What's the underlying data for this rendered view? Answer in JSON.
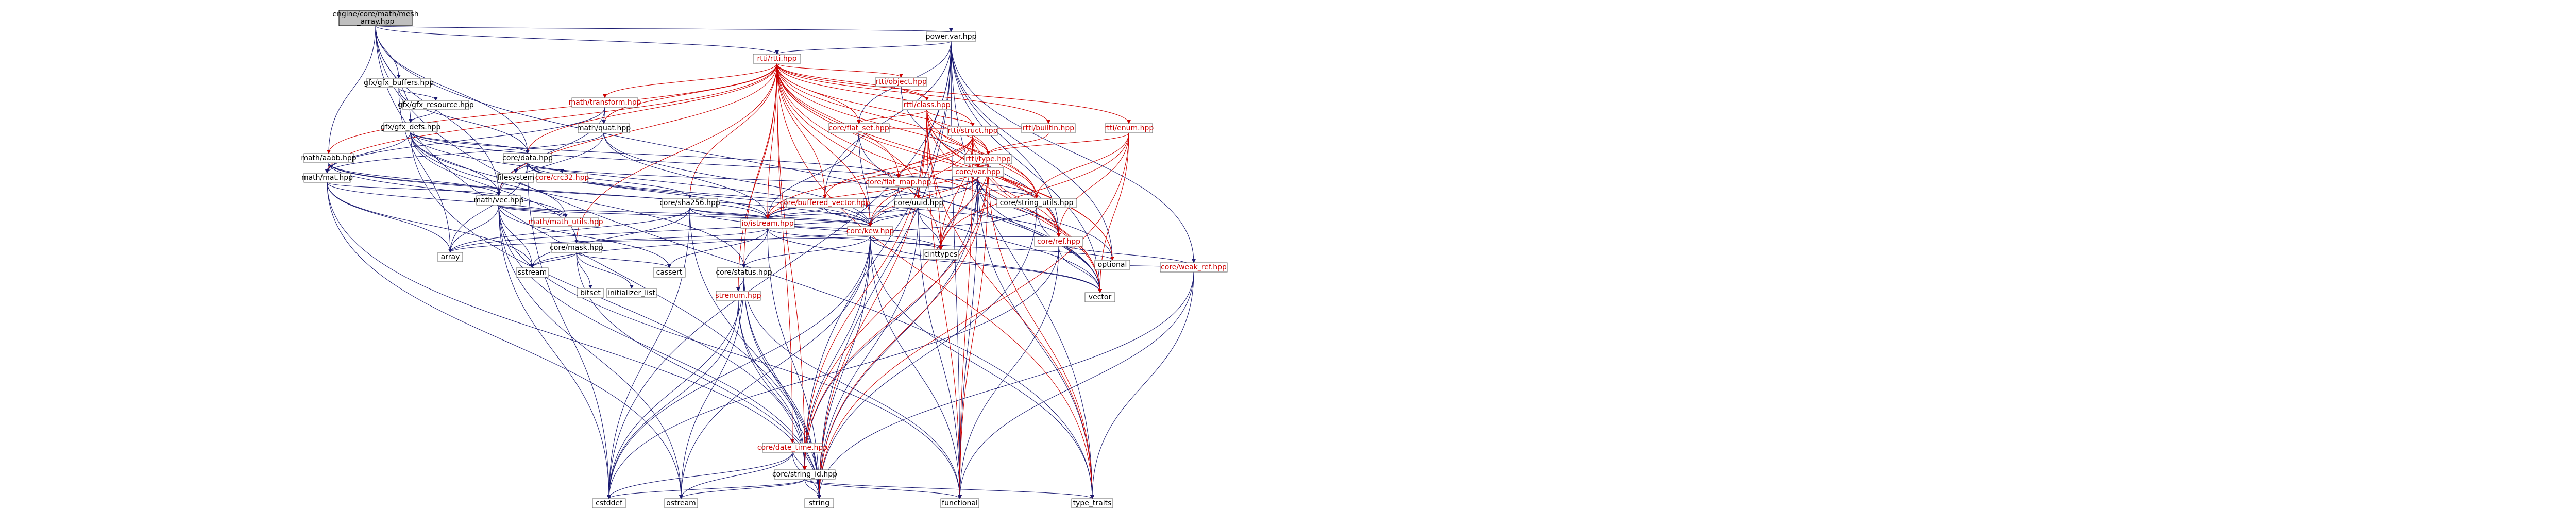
{
  "colors": {
    "blue_edge": "#191970",
    "red_edge": "#cc0000",
    "node_text": "#000000",
    "linked_text": "#cc0000",
    "root_fill": "#bfbfbf"
  },
  "root": "engine/core/math/mesh_array.hpp",
  "nodes": {
    "root": {
      "label": "engine/core/math/mesh\n_array.hpp",
      "link": false
    },
    "powervar": {
      "label": "power.var.hpp",
      "link": false
    },
    "rtti": {
      "label": "rtti/rtti.hpp",
      "link": true
    },
    "gfxbuffers": {
      "label": "gfx/gfx_buffers.hpp",
      "link": false
    },
    "gfxresource": {
      "label": "gfx/gfx_resource.hpp",
      "link": false
    },
    "gfxdefs": {
      "label": "gfx/gfx_defs.hpp",
      "link": false
    },
    "mathaabb": {
      "label": "math/aabb.hpp",
      "link": false
    },
    "mathmat": {
      "label": "math/mat.hpp",
      "link": false
    },
    "mathvec": {
      "label": "math/vec.hpp",
      "link": false
    },
    "mathtransform": {
      "label": "math/transform.hpp",
      "link": true
    },
    "mathquat": {
      "label": "math/quat.hpp",
      "link": false
    },
    "mathutils": {
      "label": "math/math_utils.hpp",
      "link": true
    },
    "coredata": {
      "label": "core/data.hpp",
      "link": false
    },
    "corecrc32": {
      "label": "core/crc32.hpp",
      "link": true
    },
    "filesystem": {
      "label": "filesystem",
      "link": false
    },
    "coresha256": {
      "label": "core/sha256.hpp",
      "link": false
    },
    "coreuuid": {
      "label": "core/uuid.hpp",
      "link": false
    },
    "coreflatset": {
      "label": "core/flat_set.hpp",
      "link": true
    },
    "coreflatmap": {
      "label": "core/flat_map.hpp",
      "link": true
    },
    "corebuffered": {
      "label": "core/buffered_vector.hpp",
      "link": true
    },
    "corevar": {
      "label": "core/var.hpp",
      "link": true
    },
    "coreioutils": {
      "label": "core/string_utils.hpp",
      "link": false
    },
    "ioistream": {
      "label": "io/istream.hpp",
      "link": true
    },
    "corekew": {
      "label": "core/kew.hpp",
      "link": true
    },
    "coremask": {
      "label": "core/mask.hpp",
      "link": false
    },
    "corestatus": {
      "label": "core/status.hpp",
      "link": false
    },
    "coreref": {
      "label": "core/ref.hpp",
      "link": true
    },
    "strenum": {
      "label": "strenum.hpp",
      "link": true
    },
    "datetime": {
      "label": "core/date_time.hpp",
      "link": true
    },
    "stringid": {
      "label": "core/string_id.hpp",
      "link": false
    },
    "rttiobject": {
      "label": "rtti/object.hpp",
      "link": true
    },
    "rtticlass": {
      "label": "rtti/class.hpp",
      "link": true
    },
    "rttistruct": {
      "label": "rtti/struct.hpp",
      "link": true
    },
    "rttibuiltin": {
      "label": "rtti/builtin.hpp",
      "link": true
    },
    "rttienum": {
      "label": "rtti/enum.hpp",
      "link": true
    },
    "rttitype": {
      "label": "rtti/type.hpp",
      "link": true
    },
    "coreweakref": {
      "label": "core/weak_ref.hpp",
      "link": true
    },
    "array": {
      "label": "array",
      "link": false
    },
    "sstream": {
      "label": "sstream",
      "link": false
    },
    "bitset": {
      "label": "bitset",
      "link": false
    },
    "initlist": {
      "label": "initializer_list",
      "link": false
    },
    "cassert": {
      "label": "cassert",
      "link": false
    },
    "cstddef": {
      "label": "cstddef",
      "link": false
    },
    "ostream": {
      "label": "ostream",
      "link": false
    },
    "string": {
      "label": "string",
      "link": false
    },
    "functional": {
      "label": "functional",
      "link": false
    },
    "typetraits": {
      "label": "type_traits",
      "link": false
    },
    "cinttypes": {
      "label": "cinttypes",
      "link": false
    },
    "optional": {
      "label": "optional",
      "link": false
    },
    "vector": {
      "label": "vector",
      "link": false
    }
  },
  "edges": [
    [
      "root",
      "powervar",
      "blue"
    ],
    [
      "root",
      "rtti",
      "blue"
    ],
    [
      "root",
      "gfxbuffers",
      "blue"
    ],
    [
      "root",
      "gfxdefs",
      "blue"
    ],
    [
      "root",
      "mathaabb",
      "blue"
    ],
    [
      "root",
      "mathvec",
      "blue"
    ],
    [
      "root",
      "coredata",
      "blue"
    ],
    [
      "root",
      "string",
      "blue"
    ],
    [
      "root",
      "vector",
      "blue"
    ],
    [
      "root",
      "typetraits",
      "blue"
    ],
    [
      "powervar",
      "rtti",
      "blue"
    ],
    [
      "powervar",
      "cstddef",
      "blue"
    ],
    [
      "powervar",
      "optional",
      "blue"
    ],
    [
      "powervar",
      "functional",
      "blue"
    ],
    [
      "powervar",
      "typetraits",
      "blue"
    ],
    [
      "powervar",
      "vector",
      "blue"
    ],
    [
      "powervar",
      "string",
      "blue"
    ],
    [
      "powervar",
      "coreuuid",
      "blue"
    ],
    [
      "powervar",
      "stringid",
      "blue"
    ],
    [
      "powervar",
      "coreref",
      "blue"
    ],
    [
      "powervar",
      "coreweakref",
      "blue"
    ],
    [
      "powervar",
      "corebuffered",
      "blue"
    ],
    [
      "powervar",
      "coreflatset",
      "blue"
    ],
    [
      "rtti",
      "rttiobject",
      "red"
    ],
    [
      "rtti",
      "rtticlass",
      "red"
    ],
    [
      "rtti",
      "rttistruct",
      "red"
    ],
    [
      "rtti",
      "rttibuiltin",
      "red"
    ],
    [
      "rtti",
      "rttienum",
      "red"
    ],
    [
      "rtti",
      "rttitype",
      "red"
    ],
    [
      "rtti",
      "mathtransform",
      "red"
    ],
    [
      "rtti",
      "mathquat",
      "red"
    ],
    [
      "rtti",
      "mathaabb",
      "red"
    ],
    [
      "rtti",
      "mathmat",
      "red"
    ],
    [
      "rtti",
      "mathvec",
      "red"
    ],
    [
      "rtti",
      "coredata",
      "red"
    ],
    [
      "rtti",
      "coresha256",
      "red"
    ],
    [
      "rtti",
      "coreuuid",
      "red"
    ],
    [
      "rtti",
      "coreflatset",
      "red"
    ],
    [
      "rtti",
      "coreflatmap",
      "red"
    ],
    [
      "rtti",
      "corebuffered",
      "red"
    ],
    [
      "rtti",
      "corevar",
      "red"
    ],
    [
      "rtti",
      "coreioutils",
      "red"
    ],
    [
      "rtti",
      "ioistream",
      "red"
    ],
    [
      "rtti",
      "corekew",
      "red"
    ],
    [
      "rtti",
      "coremask",
      "red"
    ],
    [
      "rtti",
      "corestatus",
      "red"
    ],
    [
      "rtti",
      "coreref",
      "red"
    ],
    [
      "rtti",
      "strenum",
      "red"
    ],
    [
      "rtti",
      "datetime",
      "red"
    ],
    [
      "rtti",
      "stringid",
      "red"
    ],
    [
      "rtti",
      "vector",
      "red"
    ],
    [
      "rtti",
      "typetraits",
      "red"
    ],
    [
      "rtti",
      "optional",
      "red"
    ],
    [
      "rtti",
      "cinttypes",
      "red"
    ],
    [
      "gfxbuffers",
      "gfxresource",
      "blue"
    ],
    [
      "gfxbuffers",
      "coredata",
      "blue"
    ],
    [
      "gfxbuffers",
      "array",
      "blue"
    ],
    [
      "gfxresource",
      "gfxdefs",
      "blue"
    ],
    [
      "gfxdefs",
      "coredata",
      "blue"
    ],
    [
      "gfxdefs",
      "mathvec",
      "blue"
    ],
    [
      "gfxdefs",
      "mathmat",
      "blue"
    ],
    [
      "gfxdefs",
      "coreflatmap",
      "blue"
    ],
    [
      "gfxdefs",
      "corekew",
      "blue"
    ],
    [
      "gfxdefs",
      "corestatus",
      "blue"
    ],
    [
      "gfxdefs",
      "stringid",
      "blue"
    ],
    [
      "gfxdefs",
      "mathutils",
      "blue"
    ],
    [
      "gfxdefs",
      "coremask",
      "blue"
    ],
    [
      "gfxdefs",
      "coreioutils",
      "blue"
    ],
    [
      "mathaabb",
      "mathmat",
      "blue"
    ],
    [
      "mathaabb",
      "mathvec",
      "blue"
    ],
    [
      "mathaabb",
      "ioistream",
      "blue"
    ],
    [
      "mathaabb",
      "corekew",
      "blue"
    ],
    [
      "mathaabb",
      "mathutils",
      "blue"
    ],
    [
      "mathmat",
      "mathvec",
      "blue"
    ],
    [
      "mathmat",
      "mathutils",
      "blue"
    ],
    [
      "mathmat",
      "array",
      "blue"
    ],
    [
      "mathmat",
      "sstream",
      "blue"
    ],
    [
      "mathmat",
      "ostream",
      "blue"
    ],
    [
      "mathmat",
      "string",
      "blue"
    ],
    [
      "mathvec",
      "mathutils",
      "blue"
    ],
    [
      "mathvec",
      "array",
      "blue"
    ],
    [
      "mathvec",
      "sstream",
      "blue"
    ],
    [
      "mathvec",
      "ostream",
      "blue"
    ],
    [
      "mathvec",
      "string",
      "blue"
    ],
    [
      "mathvec",
      "cstddef",
      "blue"
    ],
    [
      "mathvec",
      "functional",
      "blue"
    ],
    [
      "mathvec",
      "cassert",
      "blue"
    ],
    [
      "mathvec",
      "ioistream",
      "blue"
    ],
    [
      "mathvec",
      "corekew",
      "blue"
    ],
    [
      "mathtransform",
      "mathquat",
      "blue"
    ],
    [
      "mathtransform",
      "mathmat",
      "blue"
    ],
    [
      "mathtransform",
      "mathvec",
      "blue"
    ],
    [
      "mathquat",
      "mathvec",
      "blue"
    ],
    [
      "mathquat",
      "mathmat",
      "blue"
    ],
    [
      "mathquat",
      "ioistream",
      "blue"
    ],
    [
      "mathquat",
      "corekew",
      "blue"
    ],
    [
      "coredata",
      "corecrc32",
      "blue"
    ],
    [
      "coredata",
      "filesystem",
      "blue"
    ],
    [
      "coredata",
      "coresha256",
      "blue"
    ],
    [
      "coredata",
      "corekew",
      "blue"
    ],
    [
      "coredata",
      "ioistream",
      "blue"
    ],
    [
      "coredata",
      "coreref",
      "blue"
    ],
    [
      "coredata",
      "coreioutils",
      "blue"
    ],
    [
      "coredata",
      "array",
      "blue"
    ],
    [
      "coredata",
      "cstddef",
      "blue"
    ],
    [
      "coresha256",
      "ioistream",
      "blue"
    ],
    [
      "coresha256",
      "corekew",
      "blue"
    ],
    [
      "coresha256",
      "array",
      "blue"
    ],
    [
      "coresha256",
      "cstddef",
      "blue"
    ],
    [
      "coresha256",
      "cinttypes",
      "blue"
    ],
    [
      "coresha256",
      "string",
      "blue"
    ],
    [
      "coresha256",
      "sstream",
      "blue"
    ],
    [
      "coreuuid",
      "ioistream",
      "blue"
    ],
    [
      "coreuuid",
      "corekew",
      "blue"
    ],
    [
      "coreuuid",
      "array",
      "blue"
    ],
    [
      "coreuuid",
      "string",
      "blue"
    ],
    [
      "coreuuid",
      "functional",
      "blue"
    ],
    [
      "coreuuid",
      "cinttypes",
      "blue"
    ],
    [
      "coreflatset",
      "ioistream",
      "blue"
    ],
    [
      "coreflatset",
      "corekew",
      "blue"
    ],
    [
      "coreflatset",
      "vector",
      "blue"
    ],
    [
      "coreflatmap",
      "ioistream",
      "blue"
    ],
    [
      "coreflatmap",
      "corekew",
      "blue"
    ],
    [
      "coreflatmap",
      "vector",
      "blue"
    ],
    [
      "corebuffered",
      "ioistream",
      "blue"
    ],
    [
      "corebuffered",
      "corekew",
      "blue"
    ],
    [
      "corevar",
      "ioistream",
      "blue"
    ],
    [
      "corevar",
      "corekew",
      "blue"
    ],
    [
      "corevar",
      "coreref",
      "blue"
    ],
    [
      "corevar",
      "stringid",
      "blue"
    ],
    [
      "corevar",
      "string",
      "blue"
    ],
    [
      "corevar",
      "functional",
      "blue"
    ],
    [
      "corevar",
      "typetraits",
      "blue"
    ],
    [
      "corevar",
      "vector",
      "blue"
    ],
    [
      "corevar",
      "optional",
      "blue"
    ],
    [
      "corevar",
      "cinttypes",
      "blue"
    ],
    [
      "coreioutils",
      "string",
      "blue"
    ],
    [
      "coreioutils",
      "vector",
      "blue"
    ],
    [
      "coreioutils",
      "sstream",
      "blue"
    ],
    [
      "ioistream",
      "corestatus",
      "blue"
    ],
    [
      "ioistream",
      "corekew",
      "blue"
    ],
    [
      "ioistream",
      "array",
      "blue"
    ],
    [
      "ioistream",
      "string",
      "blue"
    ],
    [
      "ioistream",
      "cinttypes",
      "blue"
    ],
    [
      "ioistream",
      "vector",
      "blue"
    ],
    [
      "ioistream",
      "cassert",
      "blue"
    ],
    [
      "corekew",
      "coremask",
      "blue"
    ],
    [
      "corekew",
      "coreref",
      "blue"
    ],
    [
      "corekew",
      "corestatus",
      "blue"
    ],
    [
      "corekew",
      "stringid",
      "blue"
    ],
    [
      "corekew",
      "cinttypes",
      "blue"
    ],
    [
      "corekew",
      "functional",
      "blue"
    ],
    [
      "corekew",
      "string",
      "blue"
    ],
    [
      "corekew",
      "typetraits",
      "blue"
    ],
    [
      "corekew",
      "vector",
      "blue"
    ],
    [
      "corekew",
      "optional",
      "blue"
    ],
    [
      "corekew",
      "ostream",
      "blue"
    ],
    [
      "corekew",
      "cstddef",
      "blue"
    ],
    [
      "coremask",
      "bitset",
      "blue"
    ],
    [
      "coremask",
      "initlist",
      "blue"
    ],
    [
      "coremask",
      "cassert",
      "blue"
    ],
    [
      "coremask",
      "string",
      "blue"
    ],
    [
      "coremask",
      "sstream",
      "blue"
    ],
    [
      "corestatus",
      "strenum",
      "blue"
    ],
    [
      "corestatus",
      "stringid",
      "blue"
    ],
    [
      "corestatus",
      "string",
      "blue"
    ],
    [
      "corestatus",
      "functional",
      "blue"
    ],
    [
      "corestatus",
      "ostream",
      "blue"
    ],
    [
      "corestatus",
      "cstddef",
      "blue"
    ],
    [
      "coreref",
      "vector",
      "blue"
    ],
    [
      "coreref",
      "functional",
      "blue"
    ],
    [
      "coreref",
      "cstddef",
      "blue"
    ],
    [
      "strenum",
      "stringid",
      "blue"
    ],
    [
      "strenum",
      "string",
      "blue"
    ],
    [
      "strenum",
      "cstddef",
      "blue"
    ],
    [
      "stringid",
      "string",
      "blue"
    ],
    [
      "stringid",
      "cstddef",
      "blue"
    ],
    [
      "stringid",
      "functional",
      "blue"
    ],
    [
      "stringid",
      "ostream",
      "blue"
    ],
    [
      "stringid",
      "typetraits",
      "blue"
    ],
    [
      "stringid",
      "datetime",
      "blue"
    ],
    [
      "datetime",
      "string",
      "blue"
    ],
    [
      "datetime",
      "ostream",
      "blue"
    ],
    [
      "datetime",
      "cstddef",
      "blue"
    ],
    [
      "rttiobject",
      "rtticlass",
      "red"
    ],
    [
      "rttiobject",
      "coreref",
      "blue"
    ],
    [
      "rtticlass",
      "rttistruct",
      "red"
    ],
    [
      "rtticlass",
      "rttitype",
      "red"
    ],
    [
      "rtticlass",
      "coreflatset",
      "red"
    ],
    [
      "rtticlass",
      "coreioutils",
      "red"
    ],
    [
      "rtticlass",
      "stringid",
      "red"
    ],
    [
      "rtticlass",
      "vector",
      "red"
    ],
    [
      "rtticlass",
      "optional",
      "red"
    ],
    [
      "rtticlass",
      "typetraits",
      "red"
    ],
    [
      "rtticlass",
      "functional",
      "red"
    ],
    [
      "rtticlass",
      "cinttypes",
      "red"
    ],
    [
      "rtticlass",
      "coreref",
      "red"
    ],
    [
      "rtticlass",
      "string",
      "red"
    ],
    [
      "rttistruct",
      "rttitype",
      "red"
    ],
    [
      "rttistruct",
      "coreflatmap",
      "red"
    ],
    [
      "rttistruct",
      "corebuffered",
      "red"
    ],
    [
      "rttistruct",
      "ioistream",
      "red"
    ],
    [
      "rttistruct",
      "corekew",
      "red"
    ],
    [
      "rttistruct",
      "coreioutils",
      "red"
    ],
    [
      "rttistruct",
      "stringid",
      "red"
    ],
    [
      "rttistruct",
      "vector",
      "red"
    ],
    [
      "rttistruct",
      "cinttypes",
      "red"
    ],
    [
      "rttistruct",
      "functional",
      "red"
    ],
    [
      "rttibuiltin",
      "rttitype",
      "red"
    ],
    [
      "rttibuiltin",
      "coreflatset",
      "red"
    ],
    [
      "rttienum",
      "rttitype",
      "red"
    ],
    [
      "rttienum",
      "coreioutils",
      "red"
    ],
    [
      "rttienum",
      "coreref",
      "red"
    ],
    [
      "rttienum",
      "vector",
      "red"
    ],
    [
      "rttienum",
      "string",
      "red"
    ],
    [
      "rttienum",
      "cinttypes",
      "red"
    ],
    [
      "rttitype",
      "corevar",
      "red"
    ],
    [
      "rttitype",
      "coreflatmap",
      "red"
    ],
    [
      "rttitype",
      "ioistream",
      "red"
    ],
    [
      "rttitype",
      "corekew",
      "red"
    ],
    [
      "rttitype",
      "coreref",
      "red"
    ],
    [
      "rttitype",
      "stringid",
      "red"
    ],
    [
      "rttitype",
      "string",
      "red"
    ],
    [
      "rttitype",
      "typetraits",
      "red"
    ],
    [
      "rttitype",
      "functional",
      "red"
    ],
    [
      "rttitype",
      "cinttypes",
      "red"
    ],
    [
      "rttitype",
      "coreioutils",
      "red"
    ],
    [
      "coreweakref",
      "coreref",
      "blue"
    ],
    [
      "coreweakref",
      "functional",
      "blue"
    ],
    [
      "coreweakref",
      "typetraits",
      "blue"
    ],
    [
      "coreweakref",
      "string",
      "blue"
    ],
    [
      "coreweakref",
      "optional",
      "blue"
    ]
  ]
}
